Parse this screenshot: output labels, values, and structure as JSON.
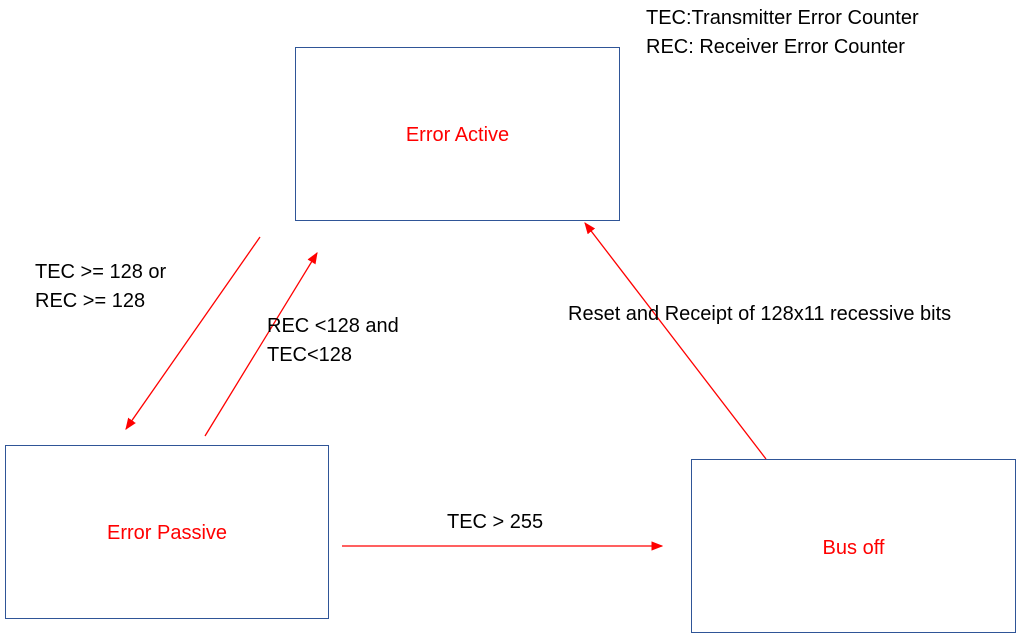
{
  "legend": {
    "line1": "TEC:Transmitter Error Counter",
    "line2": "REC: Receiver Error Counter"
  },
  "states": {
    "active": "Error Active",
    "passive": "Error Passive",
    "busoff": "Bus off"
  },
  "transitions": {
    "to_passive": {
      "line1": "TEC >= 128 or",
      "line2": "REC >= 128"
    },
    "to_active": {
      "line1": "REC <128 and",
      "line2": "TEC<128"
    },
    "to_busoff": "TEC > 255",
    "reset": "Reset and Receipt of 128x11 recessive bits"
  },
  "colors": {
    "state_text": "#ff0000",
    "box_border": "#2f5597",
    "arrow": "#ff0000",
    "label_text": "#000000"
  }
}
